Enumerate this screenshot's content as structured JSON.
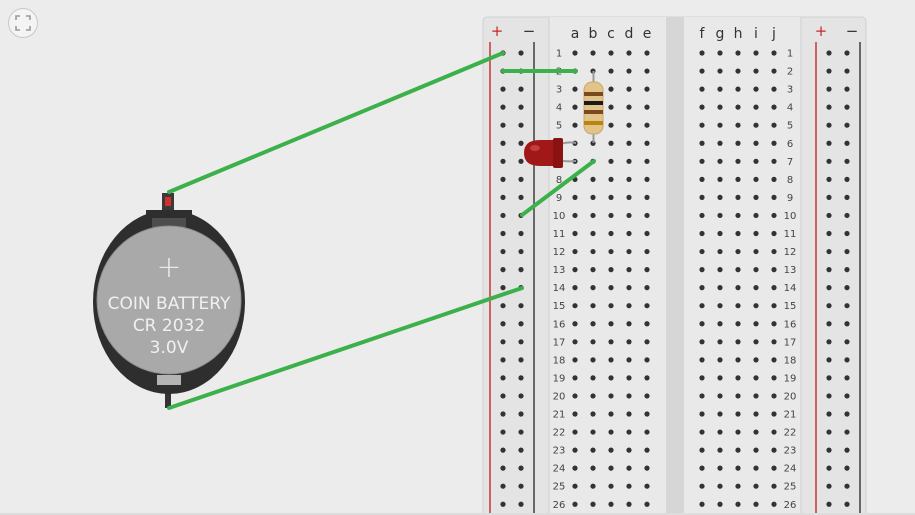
{
  "battery": {
    "line1": "COIN BATTERY",
    "line2": "CR 2032",
    "line3": "3.0V",
    "plus_symbol": "+"
  },
  "breadboard": {
    "rail_plus": "+",
    "rail_minus": "−",
    "columns_left": [
      "a",
      "b",
      "c",
      "d",
      "e"
    ],
    "columns_right": [
      "f",
      "g",
      "h",
      "i",
      "j"
    ],
    "rows_visible": [
      1,
      2,
      3,
      4,
      5,
      6,
      7,
      8,
      9,
      10,
      11,
      12,
      13,
      14,
      15,
      16,
      17,
      18,
      19,
      20,
      21,
      22,
      23,
      24,
      25,
      26
    ]
  },
  "components": {
    "led_color": "red",
    "resistor": "resistor"
  },
  "colors": {
    "wire": "#3cb04a",
    "rail_positive": "#c62828",
    "rail_negative": "#333333",
    "led": "#a01818",
    "resistor_body": "#e2c38a",
    "battery_body": "#2e2e2e",
    "battery_face": "#a9a9a9"
  },
  "toolbar": {
    "fit_icon": "fit-to-view-icon"
  }
}
